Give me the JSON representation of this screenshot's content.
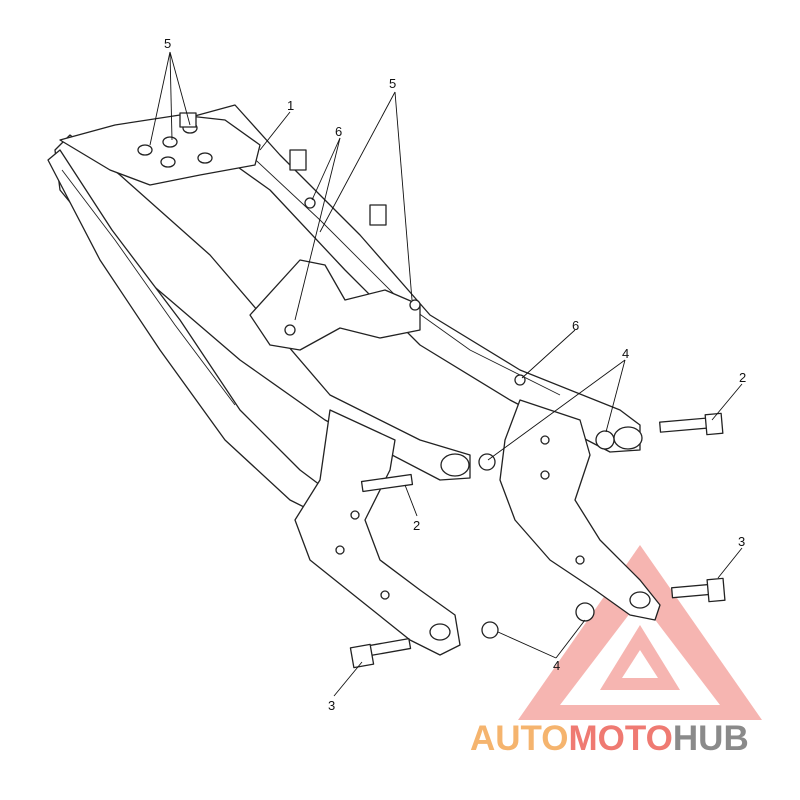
{
  "callouts": {
    "c1": "1",
    "c2_right": "2",
    "c2_center": "2",
    "c3_right": "3",
    "c3_left": "3",
    "c4_top": "4",
    "c4_bottom": "4",
    "c5_left": "5",
    "c5_right": "5",
    "c6_top": "6",
    "c6_right": "6"
  },
  "watermark": {
    "part1": "AUTO",
    "part2": "MOTO",
    "part3": "HUB",
    "color_orange": "#f5b46e",
    "color_red": "#ef7a72",
    "color_gray": "#8a8a8a"
  }
}
